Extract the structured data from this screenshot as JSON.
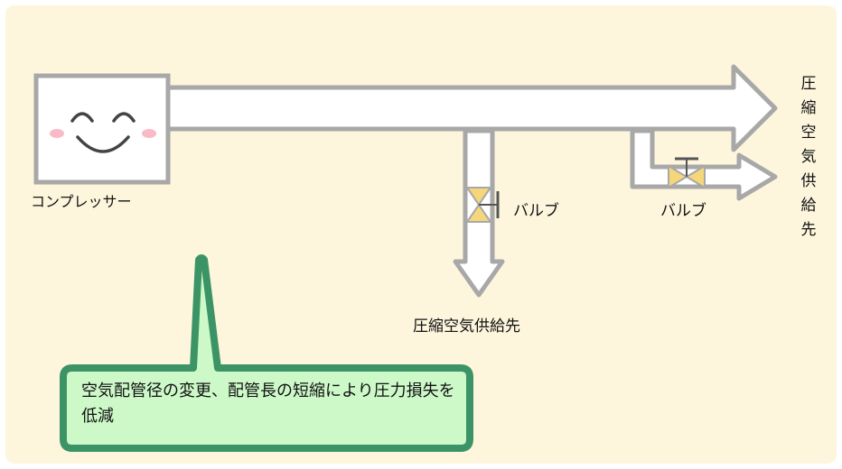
{
  "compressor": {
    "label": "コンプレッサー"
  },
  "valves": [
    {
      "label": "バルブ"
    },
    {
      "label": "バルブ"
    }
  ],
  "destinations": {
    "bottom": "圧縮空気供給先",
    "right": "圧縮空気供給先"
  },
  "callout": {
    "text": "空気配管径の変更、配管長の短縮により圧力損失を低減"
  },
  "colors": {
    "background": "#fdf6dd",
    "pipe_outline": "#a8a8a8",
    "pipe_fill": "#ffffff",
    "valve": "#f5d77a",
    "callout_border": "#3c9466",
    "callout_fill": "#cdf9c9",
    "cheek": "#f7a8b8"
  }
}
